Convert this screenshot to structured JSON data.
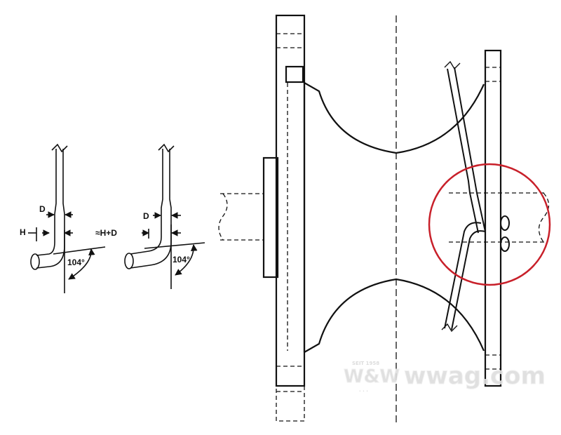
{
  "diagram": {
    "colors": {
      "line": "#111111",
      "highlight_circle": "#c8202a",
      "watermark": "#d9d9d9"
    },
    "spoke_left": {
      "label_d": "D",
      "label_h": "H",
      "angle": "104°"
    },
    "spoke_right": {
      "label_d": "D",
      "label_h": "≈H+D",
      "angle": "104°"
    },
    "watermark": {
      "logo": "W&W",
      "site": "wwag.com",
      "small_top": "SEIT 1958",
      "small_bottom": "· · ·"
    }
  }
}
